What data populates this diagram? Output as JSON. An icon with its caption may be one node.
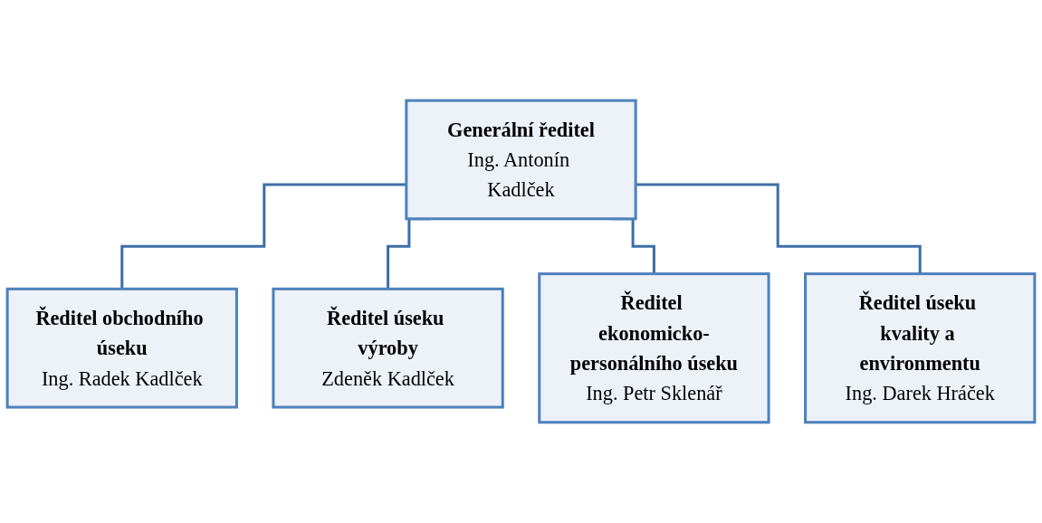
{
  "diagram": {
    "nodes": [
      {
        "text": [
          "Generální ředitel",
          "Ing. Antonín Kadlček"
        ]
      },
      {
        "text": [
          "Ředitel obchodního úseku",
          "Ing. Radek Kadlček"
        ]
      },
      {
        "text": [
          "Ředitel úseku výroby",
          "Zdeněk Kadlček"
        ]
      },
      {
        "text": [
          "Ředitel ekonomicko-personálního úseku",
          "Ing. Petr Sklenář"
        ]
      },
      {
        "text": [
          "Ředitel úseku kvality a environmentu",
          "Ing. Darek Hráček"
        ]
      }
    ],
    "edges": [
      {
        "from": 0,
        "to": 1,
        "arrow": "none"
      },
      {
        "from": 0,
        "to": 2,
        "arrow": "none"
      },
      {
        "from": 0,
        "to": 3,
        "arrow": "none"
      },
      {
        "from": 0,
        "to": 4,
        "arrow": "none"
      }
    ]
  }
}
